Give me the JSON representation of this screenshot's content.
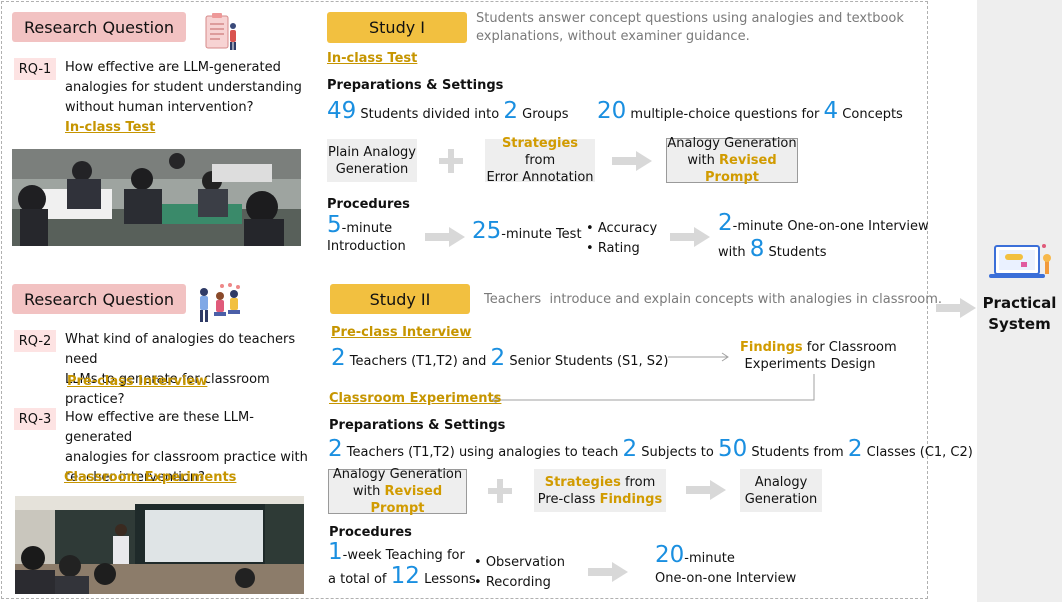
{
  "colors": {
    "number_blue": "#1a8fe0",
    "gold": "#d19b00",
    "rq_pink": "#f2c2c2",
    "study_gold": "#f2c040",
    "box_gray": "#eeeeee"
  },
  "rq_section_1": {
    "header": "Research Question",
    "items": [
      {
        "tag": "RQ-1",
        "lines": [
          "How effective are LLM-generated",
          "analogies for student understanding",
          "without human intervention?"
        ],
        "link": "In-class Test"
      }
    ]
  },
  "rq_section_2": {
    "header": "Research Question",
    "items": [
      {
        "tag": "RQ-2",
        "lines": [
          "What kind of analogies do teachers need",
          "LLMs to generate for classroom practice?"
        ],
        "link": "Pre-class Interview"
      },
      {
        "tag": "RQ-3",
        "lines": [
          "How effective are these LLM-generated",
          "analogies for classroom practice with",
          "teacher intervention?"
        ],
        "link": "Classroom Experiments"
      }
    ]
  },
  "study1": {
    "badge": "Study I",
    "desc_lines": [
      "Students answer concept questions using analogies and textbook",
      "explanations, without examiner guidance."
    ],
    "link": "In-class Test",
    "prep_title": "Preparations & Settings",
    "prep_line": {
      "n1": "49",
      "t1": "Students divided into",
      "n2": "2",
      "t2": "Groups",
      "n3": "20",
      "t3": "multiple-choice questions for",
      "n4": "4",
      "t4": "Concepts"
    },
    "box1": [
      "Plain Analogy",
      "Generation"
    ],
    "box2": {
      "gold": "Strategies",
      "rest1": "from",
      "line2": "Error Annotation"
    },
    "box3": {
      "line1": "Analogy Generation",
      "pre": "with",
      "gold": "Revised Prompt"
    },
    "proc_title": "Procedures",
    "proc": {
      "n1": "5",
      "t1a": "-minute",
      "t1b": "Introduction",
      "n2": "25",
      "t2": "-minute Test",
      "bullets": [
        "Accuracy",
        "Rating"
      ],
      "n3": "2",
      "t3": "-minute One-on-one Interview",
      "t4a": "with",
      "n4": "8",
      "t4b": "Students"
    }
  },
  "study2": {
    "badge": "Study II",
    "desc": "Teachers  introduce and explain concepts with analogies in classroom.",
    "link1": "Pre-class Interview",
    "interview_line": {
      "n1": "2",
      "t1": "Teachers (T1,T2)  and",
      "n2": "2",
      "t2": "Senior Students (S1, S2)"
    },
    "findings": {
      "gold": "Findings",
      "rest": "for Classroom",
      "line2": "Experiments Design"
    },
    "link2": "Classroom Experiments",
    "prep_title": "Preparations & Settings",
    "prep_line": {
      "n1": "2",
      "t1": "Teachers (T1,T2) using analogies to teach",
      "n2": "2",
      "t2": "Subjects to",
      "n3": "50",
      "t3": "Students from",
      "n4": "2",
      "t4": "Classes (C1, C2)"
    },
    "box1": {
      "line1": "Analogy Generation",
      "pre": "with",
      "gold": "Revised Prompt"
    },
    "box2": {
      "gold1": "Strategies",
      "rest1": "from",
      "pre2": "Pre-class",
      "gold2": "Findings"
    },
    "box3": [
      "Analogy",
      "Generation"
    ],
    "proc_title": "Procedures",
    "proc": {
      "n1": "1",
      "t1a": "-week Teaching for",
      "t1b": "a total of",
      "n2": "12",
      "t1c": "Lessons",
      "bullets": [
        "Observation",
        "Recording"
      ],
      "n3": "20",
      "t3a": "-minute",
      "t3b": "One-on-one Interview"
    }
  },
  "practical": {
    "line1": "Practical",
    "line2": "System"
  }
}
